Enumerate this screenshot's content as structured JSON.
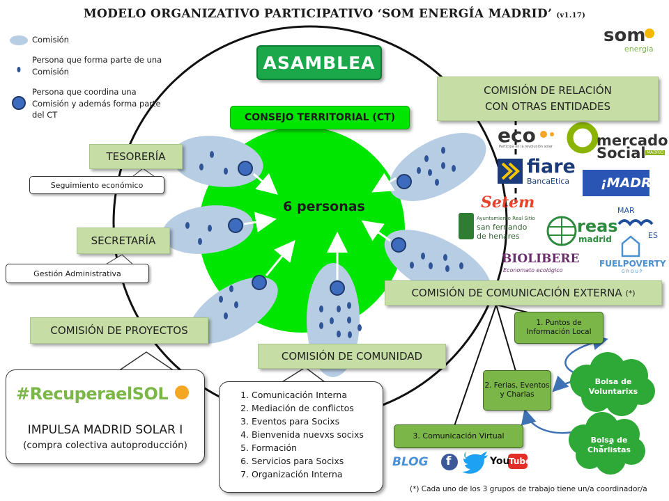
{
  "title": "MODELO ORGANIZATIVO PARTICIPATIVO ‘SOM ENERGÍA MADRID’",
  "version": "(v1.17)",
  "legend": {
    "comision": "Comisión",
    "persona": "Persona que forma parte de una Comisión",
    "coordinadora": "Persona que coordina una Comisión y además forma parte del CT"
  },
  "brand": {
    "top": "som",
    "bottom": "energia"
  },
  "asamblea": "ASAMBLEA",
  "consejo": "CONSEJO TERRITORIAL (CT)",
  "center": "6 personas",
  "commissions": {
    "tesoreria": "TESORERÍA",
    "tesoreria_note": "Seguimiento económico",
    "secretaria": "SECRETARÍA",
    "secretaria_note": "Gestión Administrativa",
    "proyectos": "COMISIÓN DE PROYECTOS",
    "comunidad": "COMISIÓN DE COMUNIDAD",
    "comunicacion": "COMISIÓN DE COMUNICACIÓN EXTERNA",
    "comunicacion_mark": "(*)",
    "relacion_line1": "COMISIÓN DE RELACIÓN",
    "relacion_line2": "CON OTRAS ENTIDADES"
  },
  "proyectos_callout": {
    "tag": "#RecuperaelSOL",
    "line1": "IMPULSA MADRID SOLAR I",
    "line2": "(compra colectiva autoproducción)"
  },
  "comunidad_list": [
    "Comunicación Interna",
    "Mediación de conflictos",
    "Eventos  para Socixs",
    "Bienvenida nuevxs socixs",
    "Formación",
    "Servicios para Socixs",
    "Organización Interna"
  ],
  "groups": {
    "g1": "1. Puntos de Información Local",
    "g2": "2. Ferias, Eventos y Charlas",
    "g3": "3. Comunicación Virtual"
  },
  "clouds": {
    "voluntarios": "Bolsa de Voluntarixs",
    "charlistas": "Bolsa de Charlistas"
  },
  "partners": {
    "eco_word": "eco",
    "eco_sub": "Participa en la revolución solar",
    "mercado_1": "mercado",
    "mercado_2": "Social",
    "mercado_3": "MADRID",
    "fiare_1": "fiare",
    "fiare_2": "BancaEtica",
    "madrid": "¡MADRID!",
    "setem": "Setem",
    "ayto_1": "Ayuntamiento Real Sitio",
    "ayto_2": "san fernando",
    "ayto_3": "de henares",
    "reas_1": "reas",
    "reas_2": "madrid",
    "mares_1": "MAR",
    "mares_2": "ES",
    "bio_1": "BIOLIBERE",
    "bio_2": "Economato ecológico",
    "fuel_1": "FUELPOVERTY",
    "fuel_2": "GROUP"
  },
  "social": {
    "blog": "BLOG",
    "facebook": "f",
    "youtube_1": "You",
    "youtube_2": "Tube"
  },
  "footnote": "(*) Cada uno de los 3 grupos de trabajo tiene un/a coordinador/a",
  "colors": {
    "ct_green": "#00e600",
    "box_green": "#c6dea6",
    "asamblea_green": "#1aa84a",
    "ellipse_blue": "#b7cde3",
    "dot_blue": "#2f5597",
    "cloud_green": "#2ea836",
    "node_green": "#7ab648"
  }
}
